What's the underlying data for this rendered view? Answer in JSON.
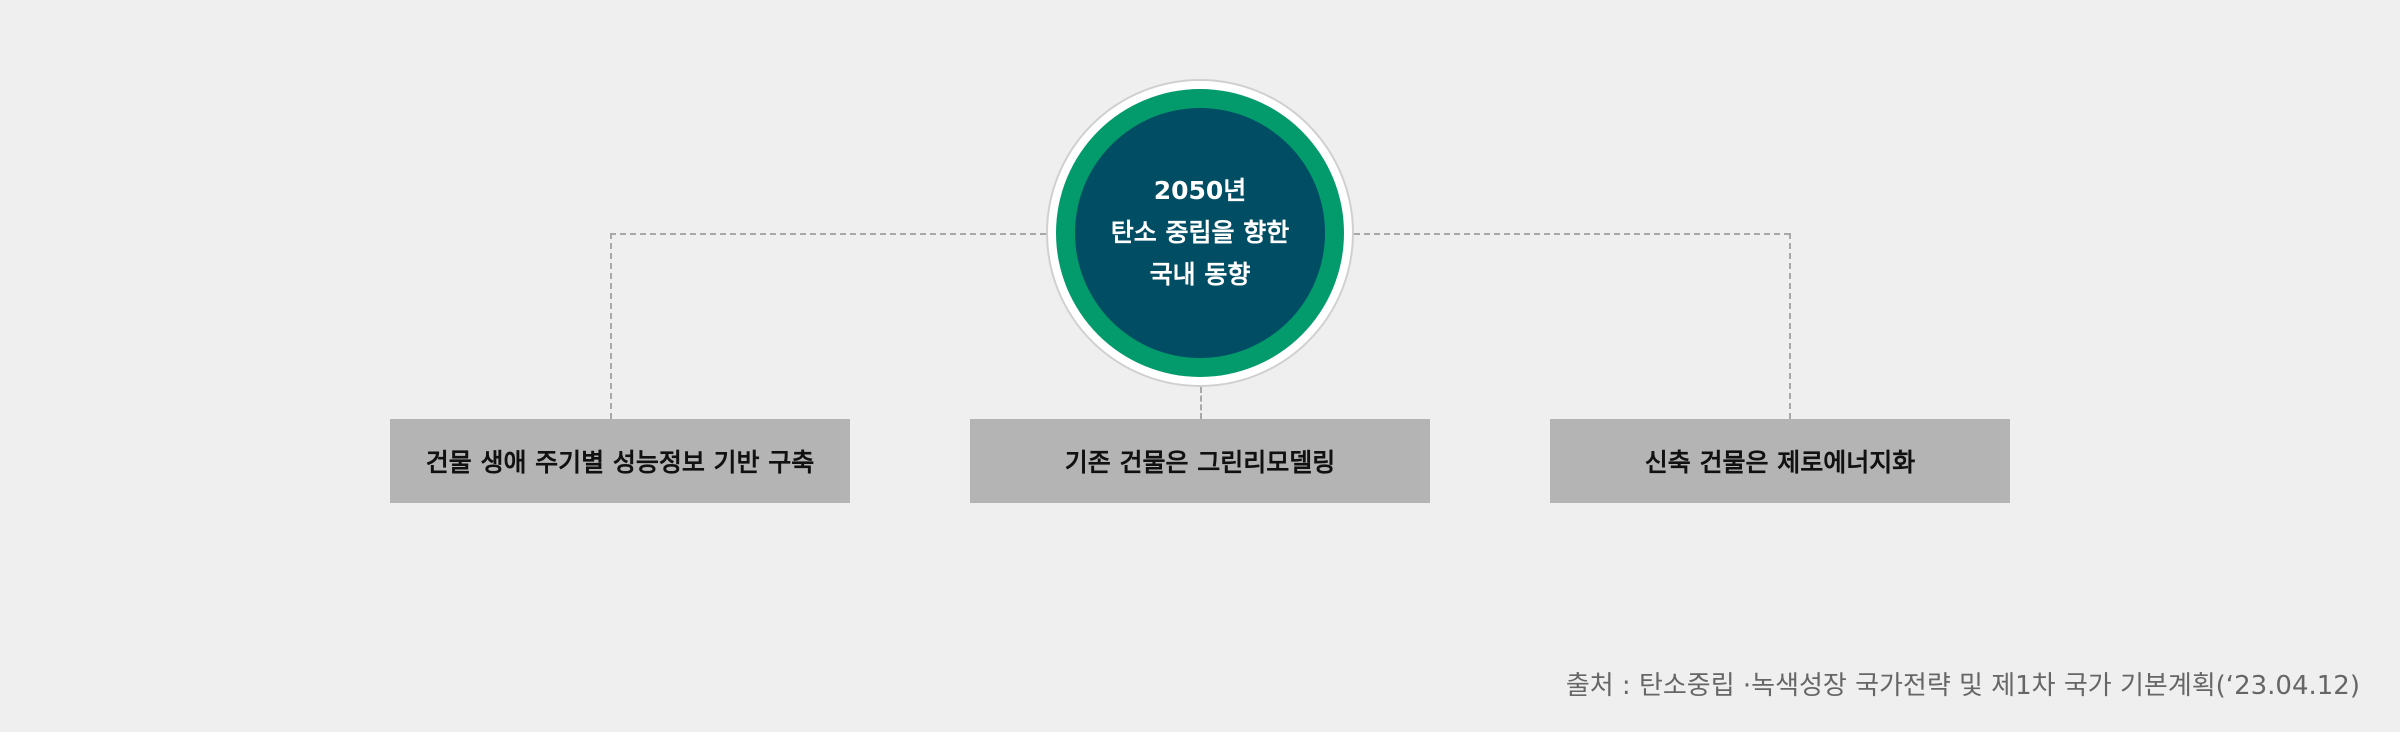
{
  "center": {
    "lines": [
      "2050년",
      "탄소 중립을 향한",
      "국내 동향"
    ]
  },
  "boxes": [
    {
      "label": "건물 생애 주기별 성능정보 기반 구축"
    },
    {
      "label": "기존 건물은 그린리모델링"
    },
    {
      "label": "신축 건물은 제로에너지화"
    }
  ],
  "source": "출처 : 탄소중립 ·녹색성장 국가전략 및 제1차 국가 기본계획(‘23.04.12)",
  "colors": {
    "ring": "#039a6c",
    "core": "#014d64",
    "box": "#b4b4b4",
    "background": "#efefef"
  }
}
